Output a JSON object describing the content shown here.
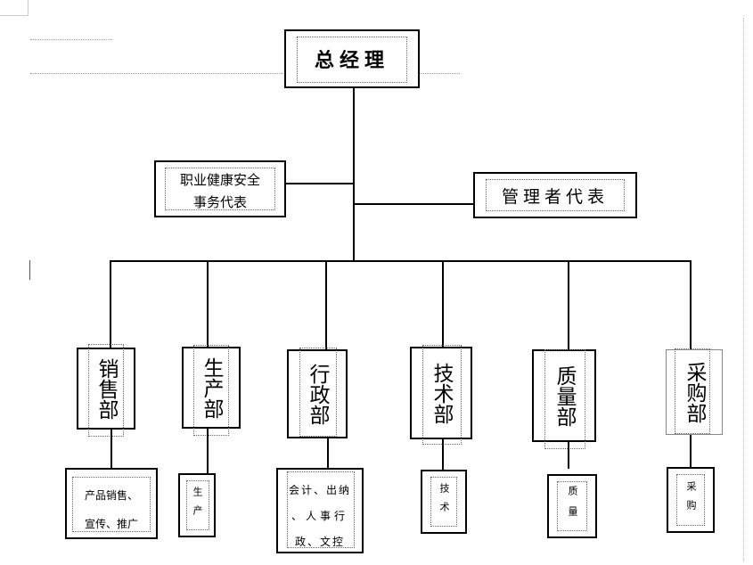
{
  "top": {
    "title": "总经理"
  },
  "side": {
    "left_line1": "职业健康安全",
    "left_line2": "事务代表",
    "right": "管理者代表"
  },
  "departments": [
    {
      "name": "销售部",
      "duty": "产品销售、宣传、推广"
    },
    {
      "name": "生产部",
      "duty": "生产"
    },
    {
      "name": "行政部",
      "duty": "会计、出纳、人事行政、文控"
    },
    {
      "name": "技术部",
      "duty": "技术"
    },
    {
      "name": "质量部",
      "duty": "质量"
    },
    {
      "name": "采购部",
      "duty": "采购"
    }
  ],
  "duties": {
    "sales_line1": "产品销售、",
    "sales_line2": "宣传、推广",
    "admin_line1": "会计、出纳",
    "admin_line2": "、人事行",
    "admin_line3": "政、文控"
  }
}
